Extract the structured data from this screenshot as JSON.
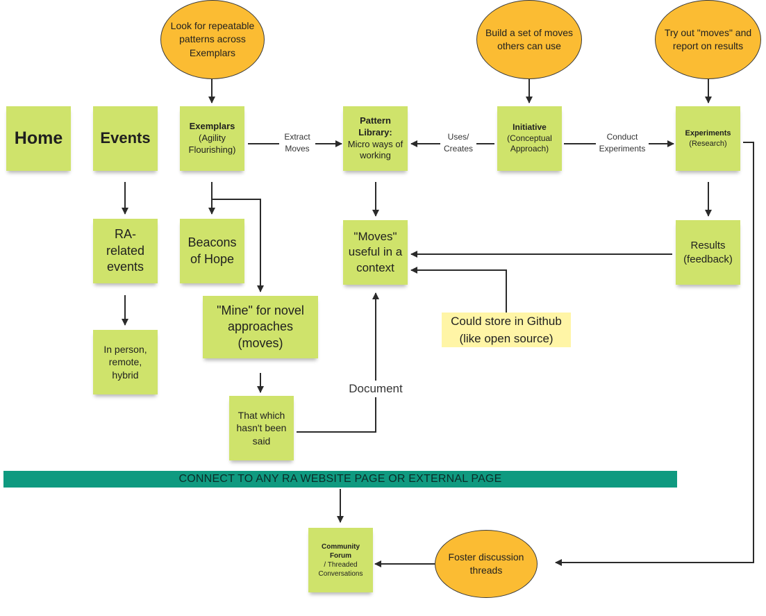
{
  "circles": {
    "look_for_patterns": "Look for repeatable patterns across Exemplars",
    "build_moves": "Build a set of moves others can use",
    "try_moves": "Try out \"moves\" and report on results",
    "foster_discussion": "Foster discussion threads"
  },
  "notes": {
    "home": "Home",
    "events": "Events",
    "exemplars_title": "Exemplars",
    "exemplars_sub": "(Agility Flourishing)",
    "pattern_library_title": "Pattern Library:",
    "pattern_library_sub": "Micro ways of working",
    "initiative_title": "Initiative",
    "initiative_sub": "(Conceptual Approach)",
    "experiments_title": "Experiments",
    "experiments_sub": "(Research)",
    "ra_events": "RA-related events",
    "in_person": "In person, remote, hybrid",
    "beacons": "Beacons of Hope",
    "mine": "\"Mine\" for novel approaches (moves)",
    "unsaid": "That which hasn't been said",
    "moves_context": "\"Moves\" useful in a context",
    "results": "Results (feedback)",
    "github": "Could store in Github (like open source)",
    "forum_title": "Community Forum",
    "forum_sub": "/ Threaded Conversations"
  },
  "edge_labels": {
    "extract_moves": "Extract Moves",
    "uses_creates": "Uses/ Creates",
    "conduct_experiments": "Conduct Experiments",
    "document": "Document"
  },
  "banner": "CONNECT TO ANY RA WEBSITE PAGE OR EXTERNAL PAGE",
  "colors": {
    "sticky_note": "#cfe36b",
    "circle": "#fbbc33",
    "highlight_note": "#fff5a6",
    "banner": "#0f9a80",
    "arrow": "#2a2a2a"
  }
}
